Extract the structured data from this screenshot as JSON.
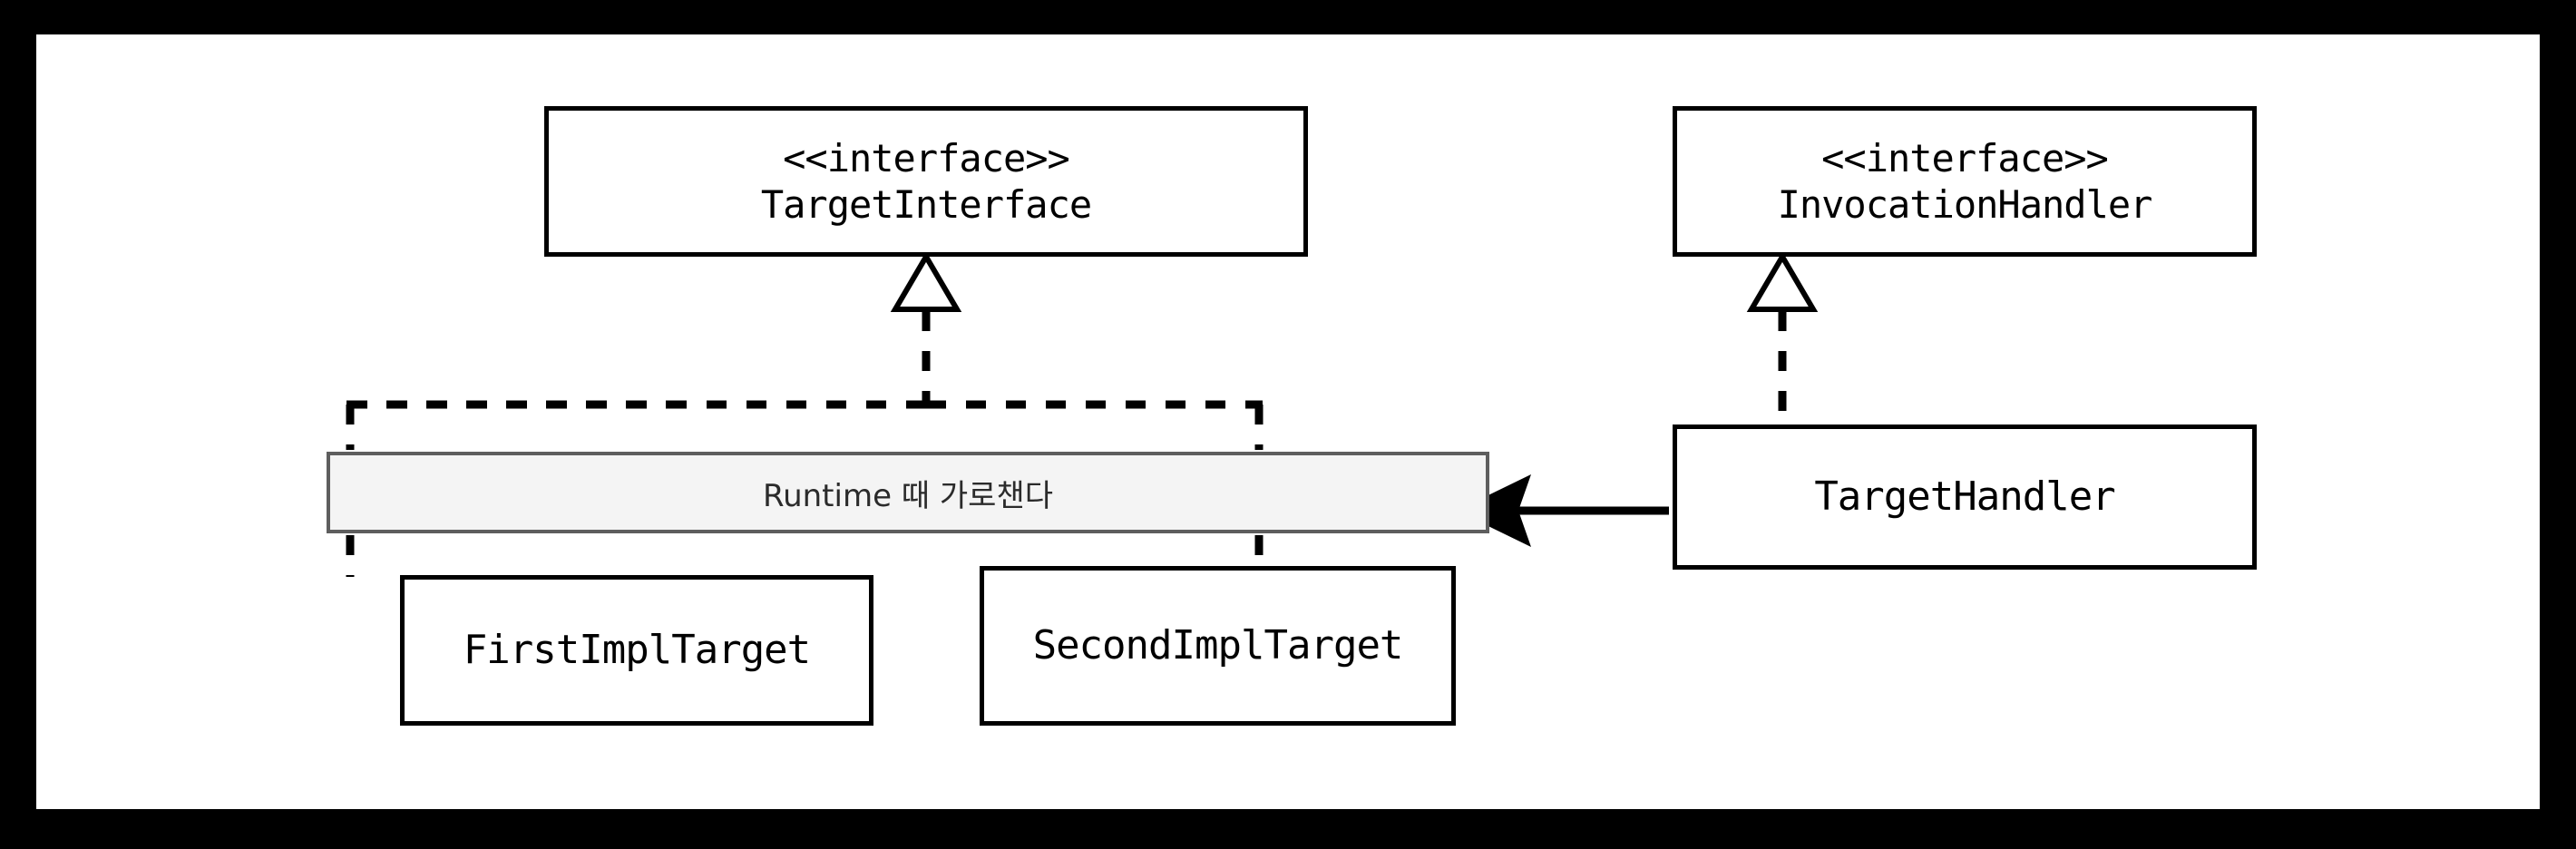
{
  "diagram": {
    "type": "uml-class-diagram",
    "frame_color": "#000000",
    "surface_color": "#ffffff",
    "box_border_color": "#000000",
    "note_fill_color": "#f4f4f4",
    "note_border_color": "#5e5e5e",
    "connector_color": "#000000",
    "nodes": {
      "target_interface": {
        "stereotype": "<<interface>>",
        "name": "TargetInterface"
      },
      "invocation_handler": {
        "stereotype": "<<interface>>",
        "name": "InvocationHandler"
      },
      "target_handler": {
        "name": "TargetHandler"
      },
      "first_impl_target": {
        "name": "FirstImplTarget"
      },
      "second_impl_target": {
        "name": "SecondImplTarget"
      },
      "runtime_note": {
        "text": "Runtime 때 가로챈다"
      }
    },
    "relations": [
      {
        "id": "rel-first-impl-realizes-target-interface",
        "from": "FirstImplTarget",
        "to": "TargetInterface",
        "kind": "realization",
        "line": "dashed",
        "arrowhead": "hollow-triangle"
      },
      {
        "id": "rel-second-impl-realizes-target-interface",
        "from": "SecondImplTarget",
        "to": "TargetInterface",
        "kind": "realization",
        "line": "dashed",
        "arrowhead": "hollow-triangle"
      },
      {
        "id": "rel-target-handler-realizes-invocation-handler",
        "from": "TargetHandler",
        "to": "InvocationHandler",
        "kind": "realization",
        "line": "dashed",
        "arrowhead": "hollow-triangle"
      },
      {
        "id": "rel-target-handler-intercepts-note",
        "from": "TargetHandler",
        "to": "Runtime 때 가로챈다",
        "kind": "association",
        "line": "solid",
        "arrowhead": "filled-arrow"
      }
    ]
  }
}
